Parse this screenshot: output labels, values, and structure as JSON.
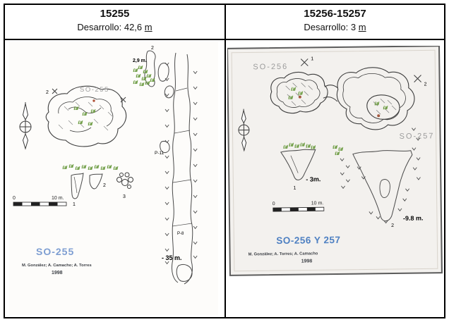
{
  "header": {
    "left": {
      "title": "15255",
      "dev": "Desarrollo: 42,6",
      "unit": "m"
    },
    "right": {
      "title": "15256-15257",
      "dev": "Desarrollo: 3",
      "unit": "m"
    }
  },
  "left_map": {
    "gray_label": "SO-255",
    "blue_title": "SO-255",
    "authors": "M. González; A. Camacho; A. Torres",
    "year": "1998",
    "depth": "- 35 m.",
    "height_note": "2,9 m.",
    "p11": "P-11",
    "p8": "P-8",
    "scale0": "0",
    "scale10": "10 m.",
    "n_top": "2",
    "n_station": "2",
    "n_sec1": "1",
    "n_sec2": "2",
    "n_boulders": "3"
  },
  "right_map": {
    "gray_label_256": "SO-256",
    "gray_label_257": "SO-257",
    "blue_title": "SO-256 Y 257",
    "authors": "M. González; A. Torres; A. Camacho",
    "year": "1998",
    "depth_left": "- 3m.",
    "depth_right": "-9.8 m.",
    "scale0": "0",
    "scale10": "10 m.",
    "n_x1": "1",
    "n_x2": "2",
    "n_sec1": "1",
    "n_sec2": "2"
  },
  "colors": {
    "blue_title_left": "#7e9ed2",
    "blue_title_right": "#4e80c2",
    "vegetation_green": "#6a9a3f",
    "gray_label": "#9c9c9c"
  }
}
